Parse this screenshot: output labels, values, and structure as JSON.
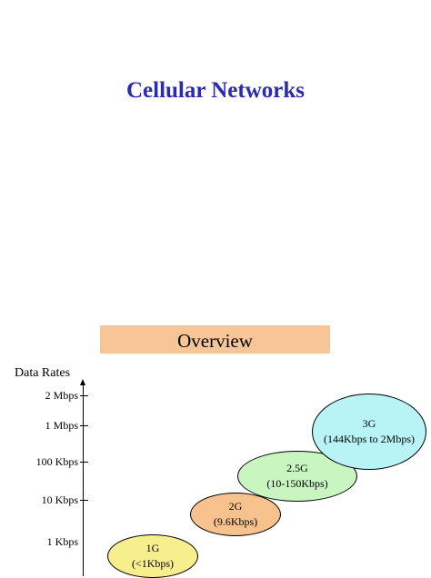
{
  "slide": {
    "title": "Cellular Networks",
    "overview": "Overview"
  },
  "chart": {
    "axis_label": "Data Rates",
    "ticks": [
      "2 Mbps",
      "1 Mbps",
      "100 Kbps",
      "10 Kbps",
      "1 Kbps"
    ],
    "generations": [
      {
        "name": "1G",
        "rate": "(<1Kbps)",
        "color": "#f7ee8e"
      },
      {
        "name": "2G",
        "rate": "(9.6Kbps)",
        "color": "#f7c28d"
      },
      {
        "name": "2.5G",
        "rate": "(10-150Kbps)",
        "color": "#c9f5c0"
      },
      {
        "name": "3G",
        "rate": "(144Kbps to 2Mbps)",
        "color": "#b8f4f6"
      }
    ]
  }
}
